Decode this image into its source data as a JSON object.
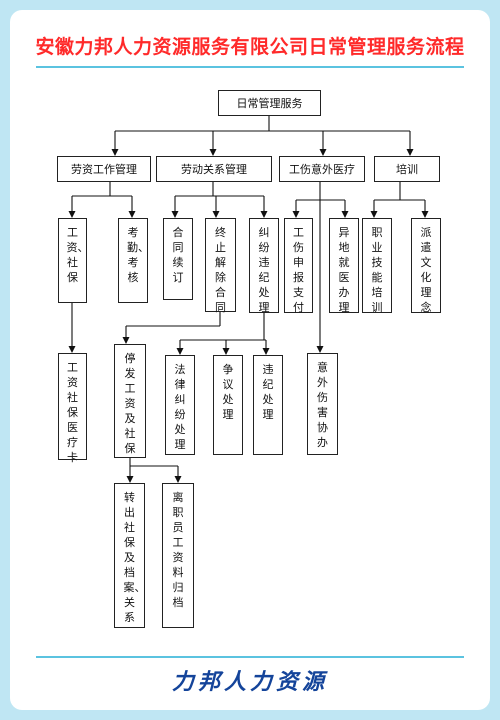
{
  "title": "安徽力邦人力资源服务有限公司日常管理服务流程",
  "root": "日常管理服务",
  "level1": [
    "劳资工作管理",
    "劳动关系管理",
    "工伤意外医疗",
    "培训"
  ],
  "level2": {
    "wages_social": "工资、社保",
    "attendance": "考勤、考核",
    "contract_renew": "合同续订",
    "contract_end": "终止解除合同",
    "dispute": "纠纷违纪处理",
    "injury_report": "工伤申报支付",
    "remote_medical": "异地就医办理",
    "skills_training": "职业技能培训",
    "culture": "派遣文化理念"
  },
  "level3": {
    "medical_card": "工资社保医疗卡",
    "stop_pay": "停发工资及社保",
    "legal": "法律纠纷处理",
    "arbitration": "争议处理",
    "discipline": "违纪处理",
    "accident": "意外伤害协办"
  },
  "level4": {
    "transfer": "转出社保及档案、关系",
    "archive": "离职员工资料归档"
  },
  "brand": "力邦人力资源",
  "colors": {
    "frame": "#bfe6f3",
    "title": "#ff2a2a",
    "brand": "#14449a",
    "rule": "#5bc3e0",
    "line": "#111111"
  }
}
